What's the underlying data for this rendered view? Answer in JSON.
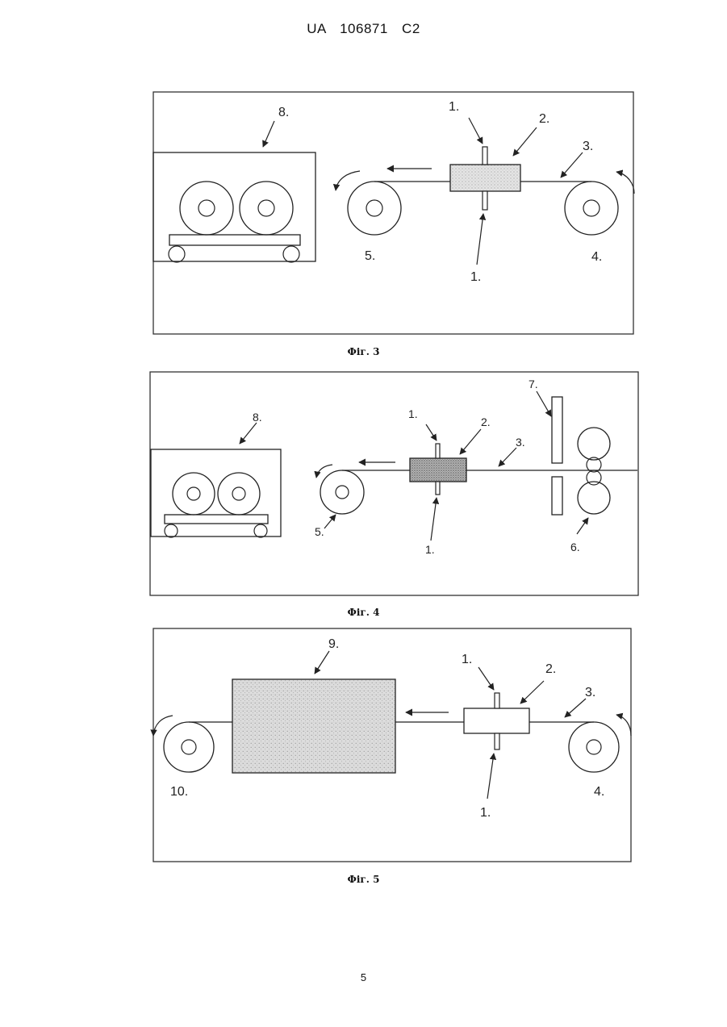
{
  "header": "UA   106871   C2",
  "page_number": "5",
  "fig3": {
    "caption": "Фіг. 3",
    "labels": {
      "l1_top": "1.",
      "l1_bottom": "1.",
      "l2": "2.",
      "l3": "3.",
      "l4": "4.",
      "l5": "5.",
      "l8": "8."
    }
  },
  "fig4": {
    "caption": "Фіг. 4",
    "labels": {
      "l1_top": "1.",
      "l1_bottom": "1.",
      "l2": "2.",
      "l3": "3.",
      "l5": "5.",
      "l6": "6.",
      "l7": "7.",
      "l8": "8."
    }
  },
  "fig5": {
    "caption": "Фіг. 5",
    "labels": {
      "l1_top": "1.",
      "l1_bottom": "1.",
      "l2": "2.",
      "l3": "3.",
      "l4": "4.",
      "l9": "9.",
      "l10": "10."
    }
  }
}
